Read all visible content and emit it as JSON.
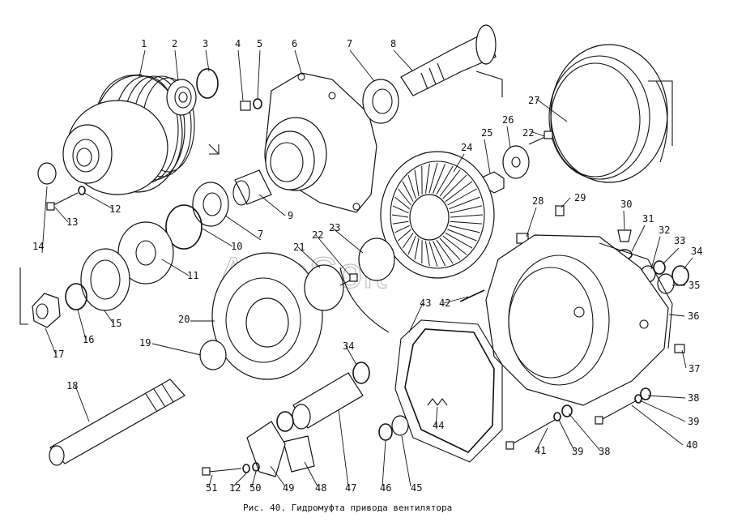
{
  "caption": "Рис. 40. Гидромуфта привода вентилятора",
  "watermark": "AutoSoft",
  "callouts": [
    "1",
    "2",
    "3",
    "4",
    "5",
    "6",
    "7",
    "8",
    "27",
    "22",
    "26",
    "25",
    "24",
    "28",
    "29",
    "30",
    "31",
    "32",
    "33",
    "34",
    "35",
    "36",
    "37",
    "14",
    "13",
    "12",
    "10",
    "11",
    "9",
    "7",
    "23",
    "22",
    "21",
    "42",
    "43",
    "20",
    "19",
    "15",
    "16",
    "17",
    "18",
    "34",
    "44",
    "38",
    "39",
    "40",
    "41",
    "39",
    "38",
    "45",
    "46",
    "47",
    "48",
    "49",
    "50",
    "12",
    "51"
  ]
}
